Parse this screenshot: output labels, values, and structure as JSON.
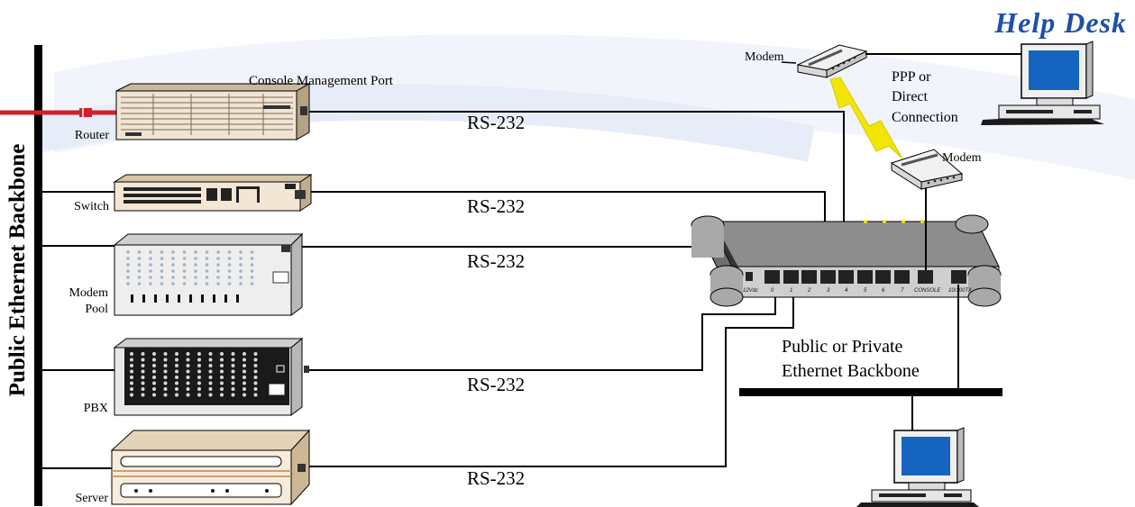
{
  "title": "Help Desk",
  "backbone_label": "Public Ethernet Backbone",
  "devices": {
    "router": "Router",
    "switch": "Switch",
    "modem_pool_line1": "Modem",
    "modem_pool_line2": "Pool",
    "pbx": "PBX",
    "server": "Server"
  },
  "console_management_port": "Console Management Port",
  "links": [
    "RS-232",
    "RS-232",
    "RS-232",
    "RS-232",
    "RS-232"
  ],
  "modem_top": "Modem",
  "modem_mid": "Modem",
  "ppp_label": [
    "PPP or",
    "Direct",
    "Connection"
  ],
  "private_backbone": [
    "Public or Private",
    "Ethernet Backbone"
  ],
  "ports": [
    "12Vdc",
    "0",
    "1",
    "2",
    "3",
    "4",
    "5",
    "6",
    "7",
    "CONSOLE",
    "10/100TX"
  ],
  "colors": {
    "title": "#1f4fa8",
    "router_stub": "#d0202a",
    "lightning": "#f2e600",
    "device_tan": "#f3e6d4",
    "bg_arc": "#eef2fb"
  },
  "icons": [
    "router-icon",
    "switch-icon",
    "modem-pool-icon",
    "pbx-icon",
    "server-icon",
    "modem-icon",
    "console-server-icon",
    "computer-icon",
    "lightning-icon"
  ]
}
